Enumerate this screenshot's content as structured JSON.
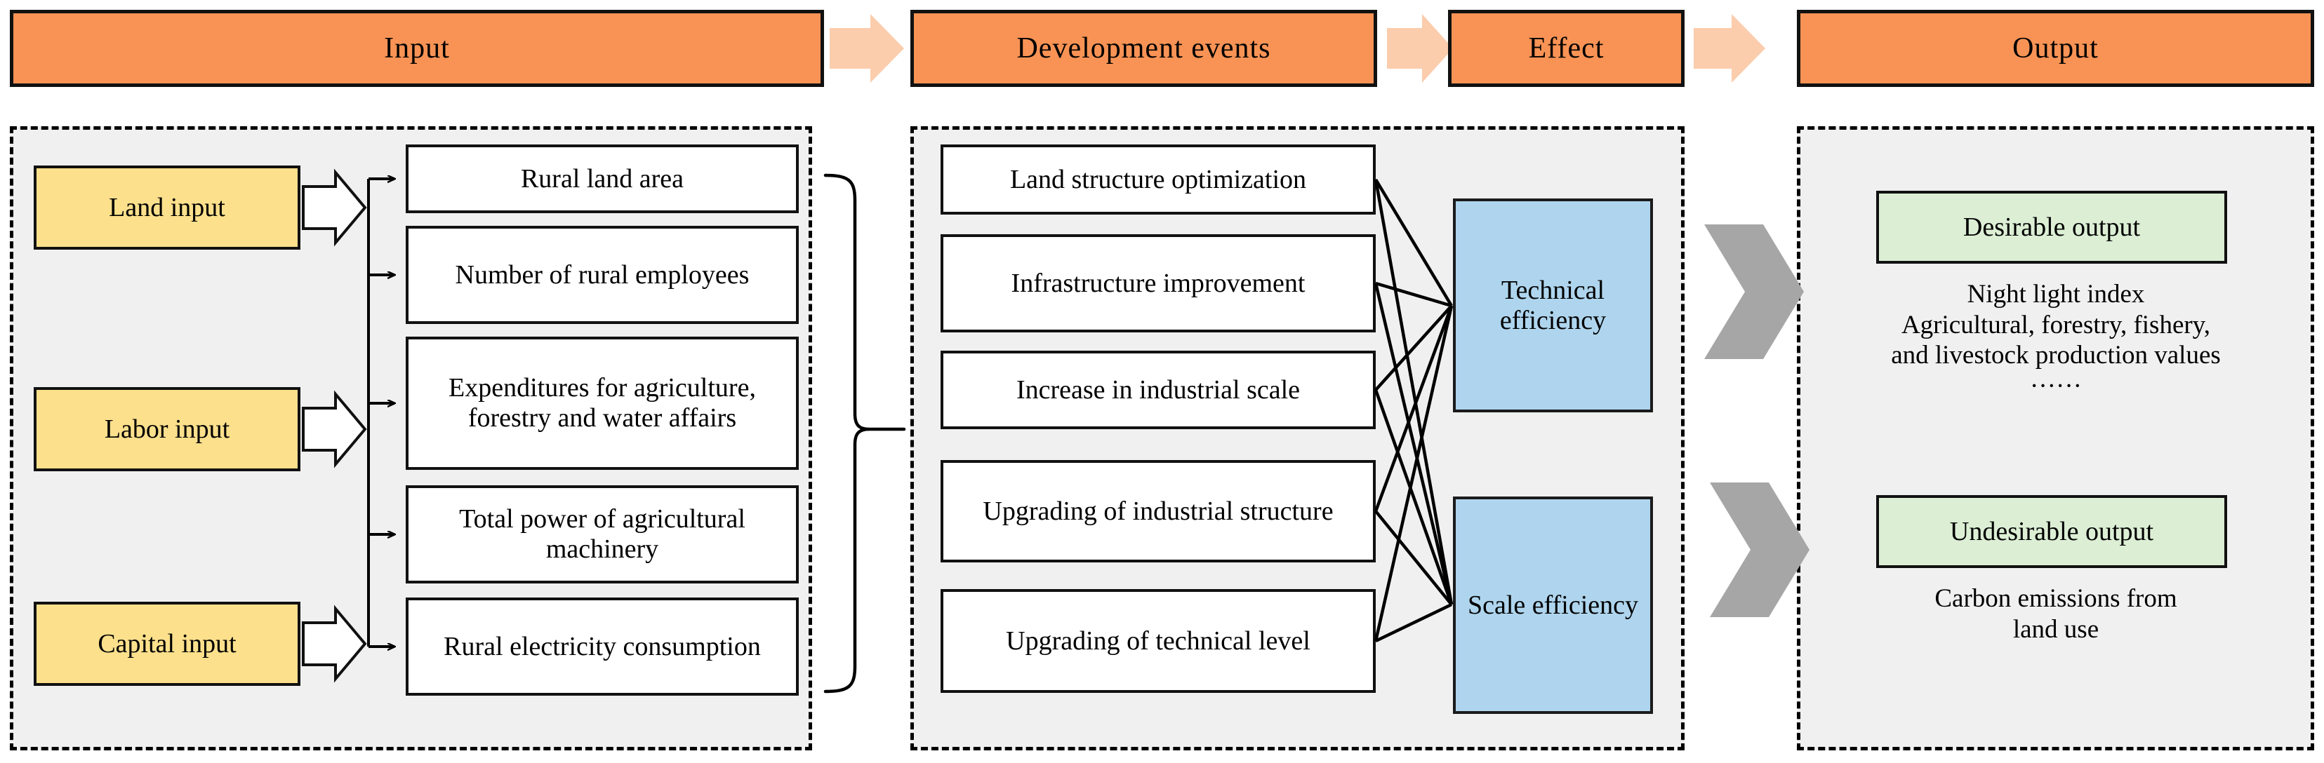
{
  "colors": {
    "header_orange": "#F89355",
    "pale_arrow": "#FBCDAD",
    "panel_gray": "#F0F0F0",
    "input_yellow": "#FCE08C",
    "efficiency_blue": "#AFD5EE",
    "output_green": "#DCEFD5",
    "gray_chevron": "#A6A6A6",
    "outline_black": "#111111"
  },
  "headers": [
    {
      "label": "Input"
    },
    {
      "label": "Development events"
    },
    {
      "label": "Effect"
    },
    {
      "label": "Output"
    }
  ],
  "input_panel": {
    "categories": [
      {
        "label": "Land input"
      },
      {
        "label": "Labor  input"
      },
      {
        "label": "Capital  input"
      }
    ],
    "indicators": [
      {
        "label": "Rural land area"
      },
      {
        "label": "Number of rural employees"
      },
      {
        "label": "Expenditures for agriculture, forestry and water affairs"
      },
      {
        "label": "Total power of agricultural machinery"
      },
      {
        "label": "Rural electricity consumption"
      }
    ]
  },
  "development_panel": {
    "events": [
      {
        "label": "Land structure optimization"
      },
      {
        "label": "Infrastructure improvement"
      },
      {
        "label": "Increase in industrial scale"
      },
      {
        "label": "Upgrading of industrial structure"
      },
      {
        "label": "Upgrading of technical level"
      }
    ],
    "effects": [
      {
        "label": "Technical efficiency"
      },
      {
        "label": "Scale efficiency"
      }
    ]
  },
  "output_panel": {
    "groups": [
      {
        "badge": "Desirable  output",
        "items": "Night light index\nAgricultural, forestry, fishery,\nand livestock production values\n······"
      },
      {
        "badge": "Undesirable  output",
        "items": "Carbon emissions from\nland use"
      }
    ]
  }
}
